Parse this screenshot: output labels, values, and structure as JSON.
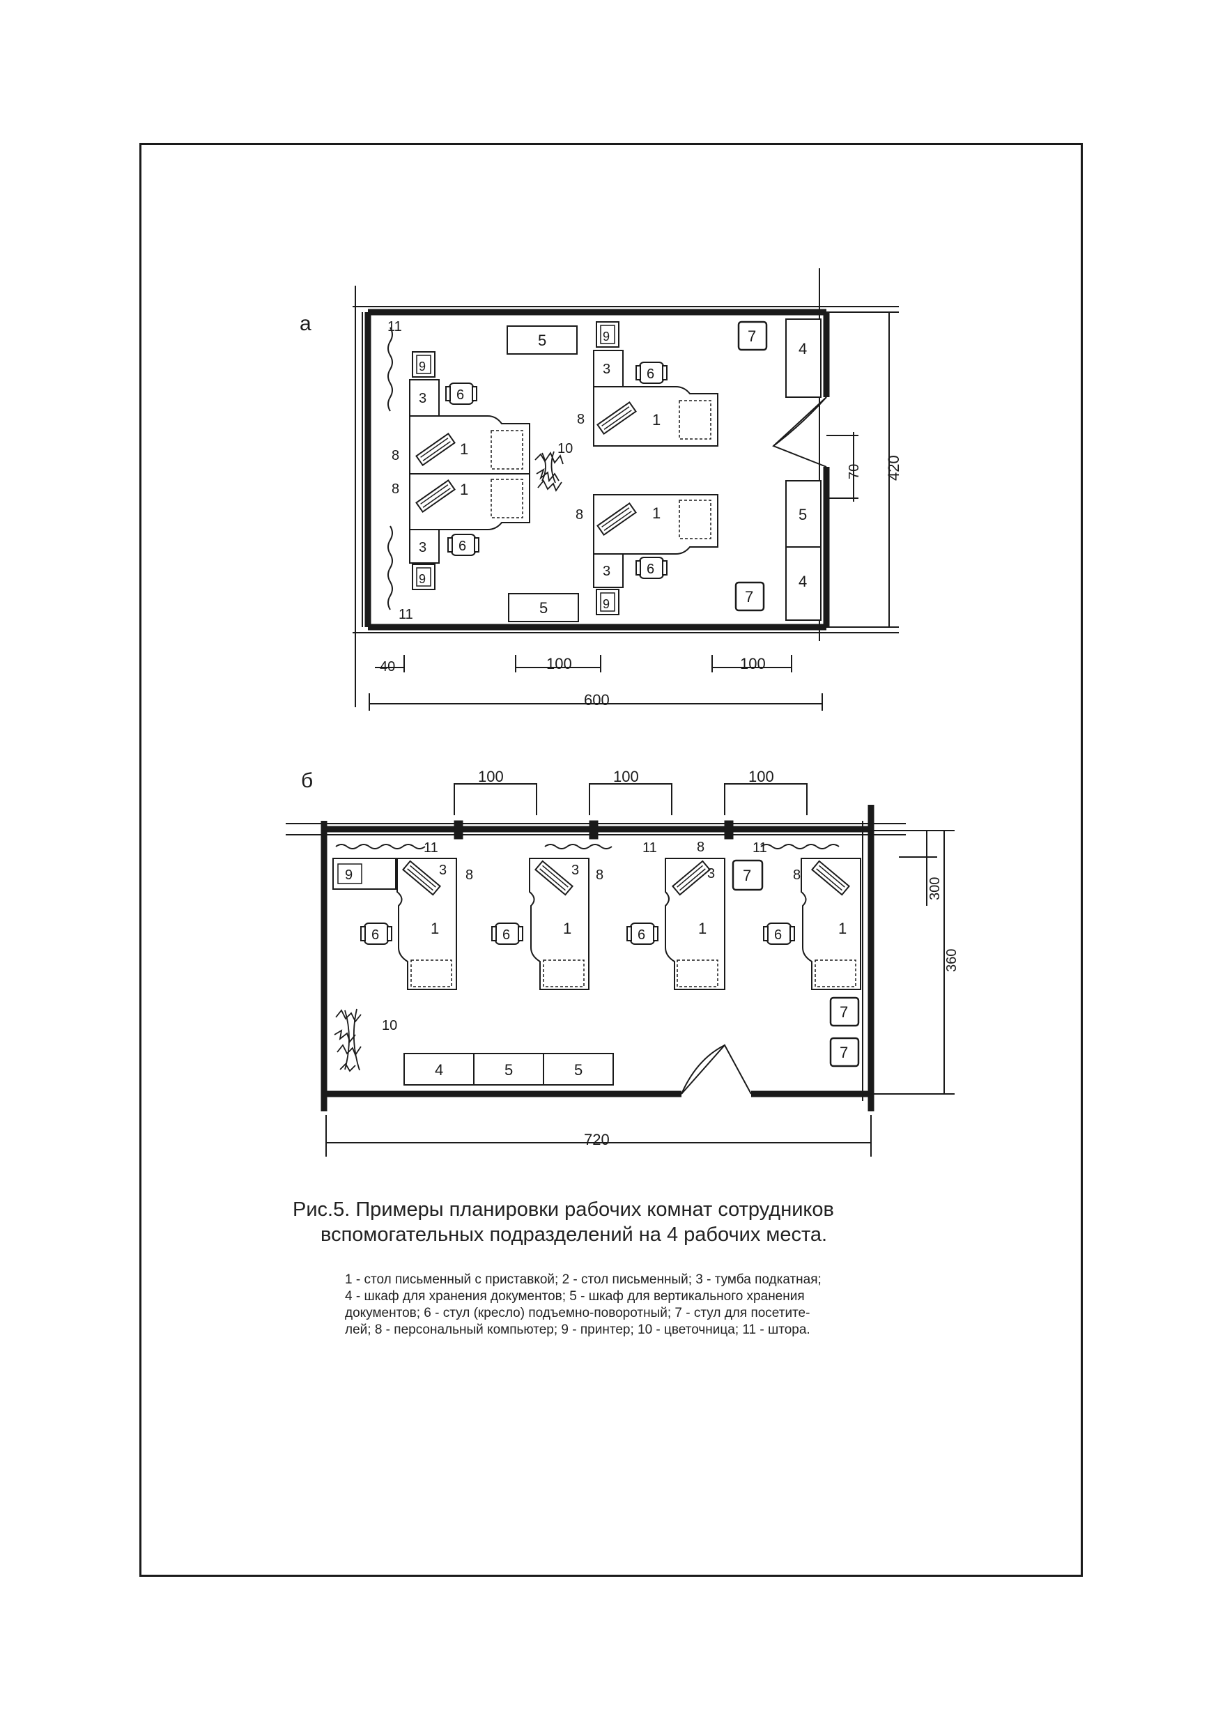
{
  "plan_a": {
    "label": "а",
    "dim_width": "600",
    "dim_height": "420",
    "dim_door": "70",
    "dim_wall": "40",
    "dim_item_left": "100",
    "dim_item_right": "100",
    "n1": "1",
    "n3": "3",
    "n4": "4",
    "n5": "5",
    "n6": "6",
    "n7": "7",
    "n8": "8",
    "n9": "9",
    "n10": "10",
    "n11": "11"
  },
  "plan_b": {
    "label": "б",
    "dim_width": "720",
    "dim_height": "360",
    "dim_depth": "300",
    "dim_window": "100",
    "n1": "1",
    "n3": "3",
    "n4": "4",
    "n5": "5",
    "n6": "6",
    "n7": "7",
    "n8": "8",
    "n9": "9",
    "n10": "10",
    "n11": "11"
  },
  "caption": {
    "line1": "Рис.5. Примеры планировки рабочих комнат сотрудников",
    "line2": "вспомогательных подразделений на 4 рабочих места."
  },
  "legend": {
    "line1": "1 - стол письменный с приставкой; 2 - стол письменный; 3 - тумба подкатная;",
    "line2": "4 - шкаф для хранения документов; 5 - шкаф для вертикального хранения",
    "line3": "документов; 6 - стул (кресло) подъемно-поворотный; 7 - стул для посетите-",
    "line4": "лей; 8 - персональный компьютер; 9 - принтер; 10 - цветочница; 11 - штора."
  }
}
